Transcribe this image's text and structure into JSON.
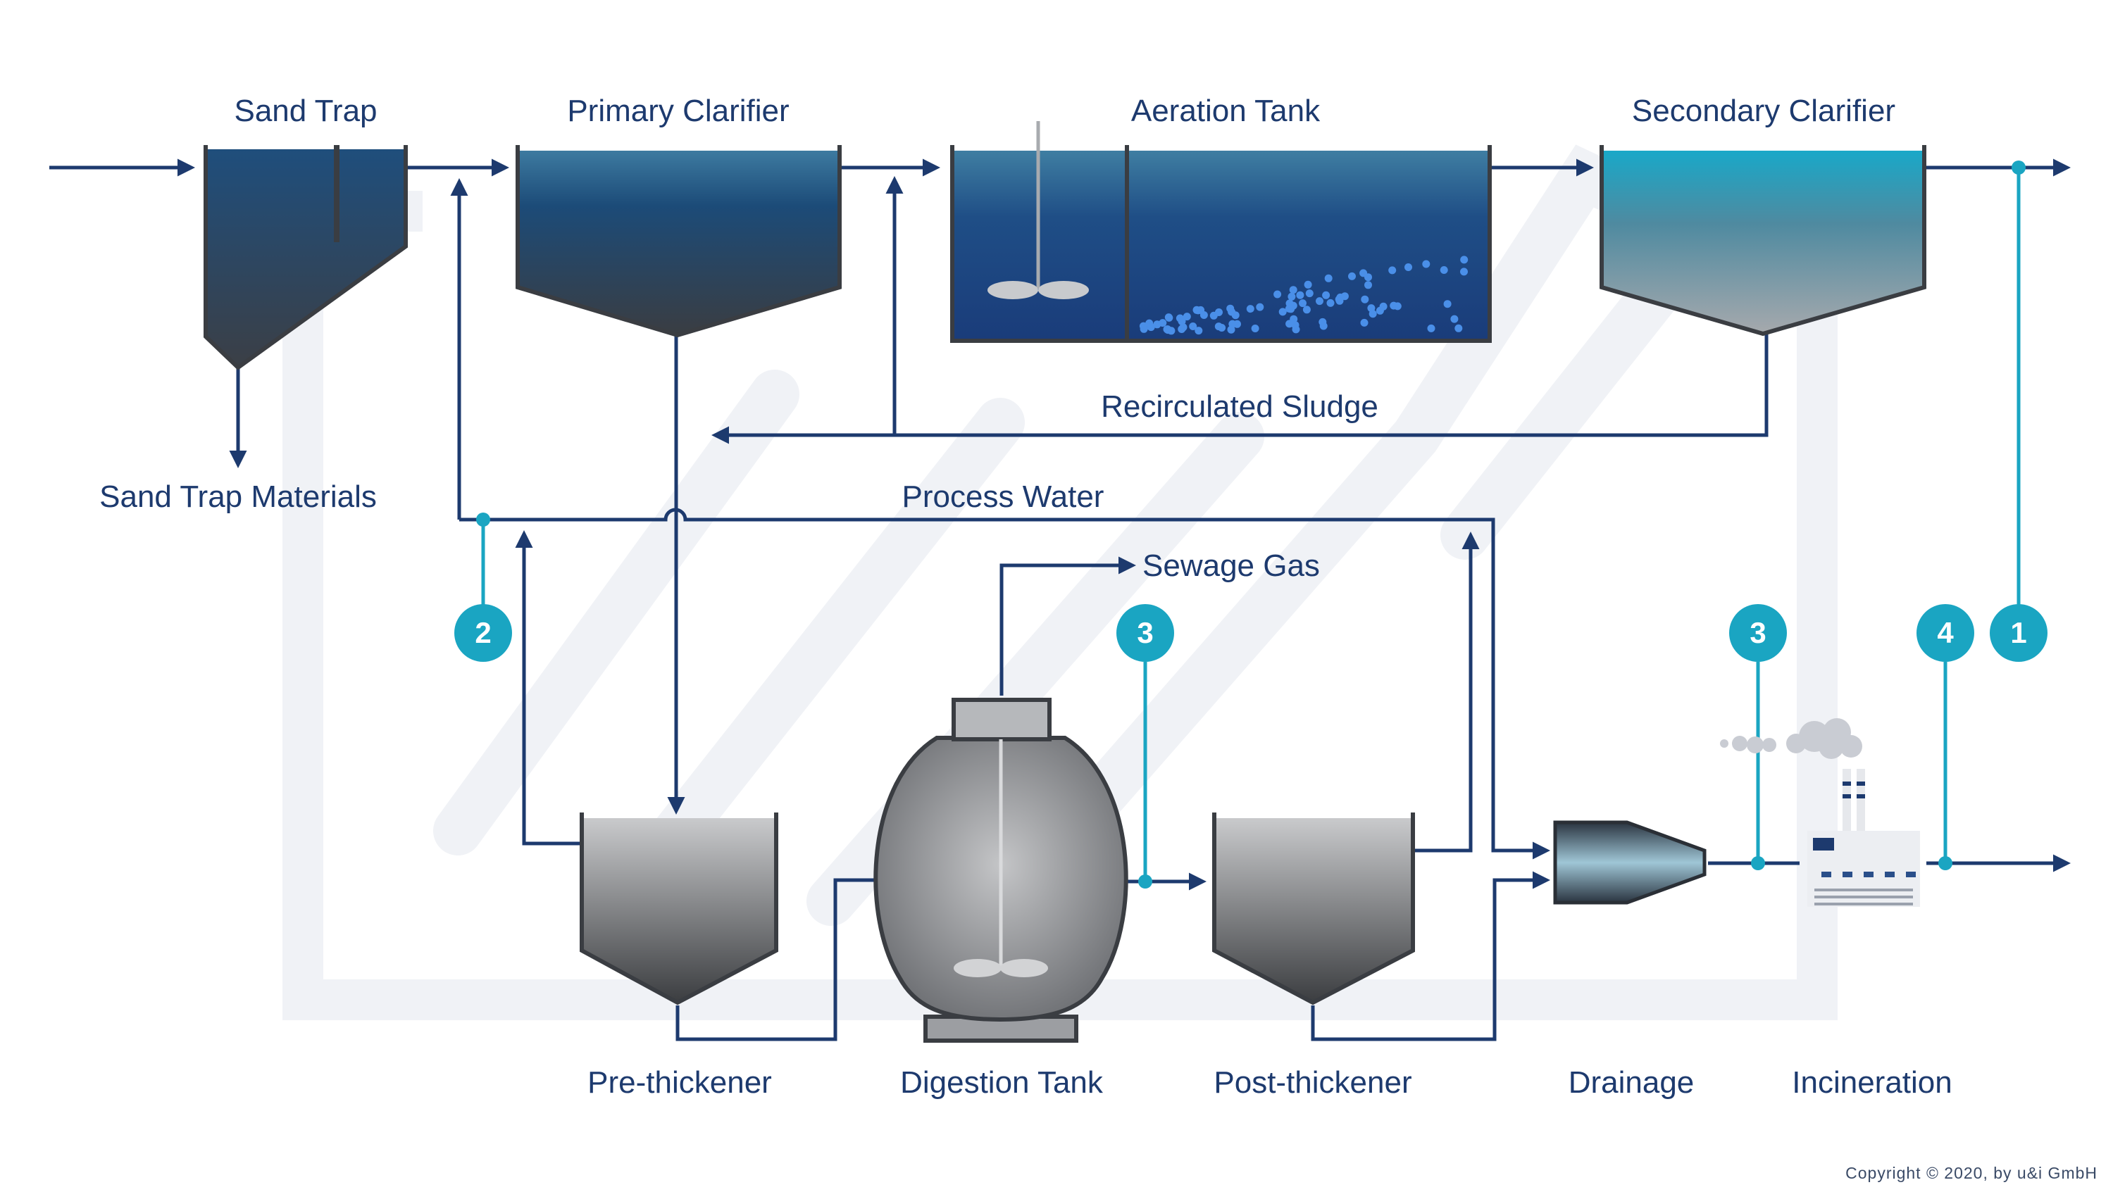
{
  "labels": {
    "sand_trap": "Sand Trap",
    "primary_clarifier": "Primary Clarifier",
    "aeration_tank": "Aeration Tank",
    "secondary_clarifier": "Secondary Clarifier",
    "sand_trap_materials": "Sand Trap Materials",
    "recirculated_sludge": "Recirculated Sludge",
    "process_water": "Process Water",
    "sewage_gas": "Sewage Gas",
    "pre_thickener": "Pre-thickener",
    "digestion_tank": "Digestion Tank",
    "post_thickener": "Post-thickener",
    "drainage": "Drainage",
    "incineration": "Incineration"
  },
  "badges": {
    "b2": "2",
    "b3a": "3",
    "b3b": "3",
    "b4": "4",
    "b1": "1"
  },
  "copyright": "Copyright © 2020, by u&i GmbH",
  "colors": {
    "flow_line": "#1d3a6e",
    "measure_line": "#1aa5c2",
    "badge": "#1aa5c2",
    "watermark": "#f0f2f6"
  }
}
